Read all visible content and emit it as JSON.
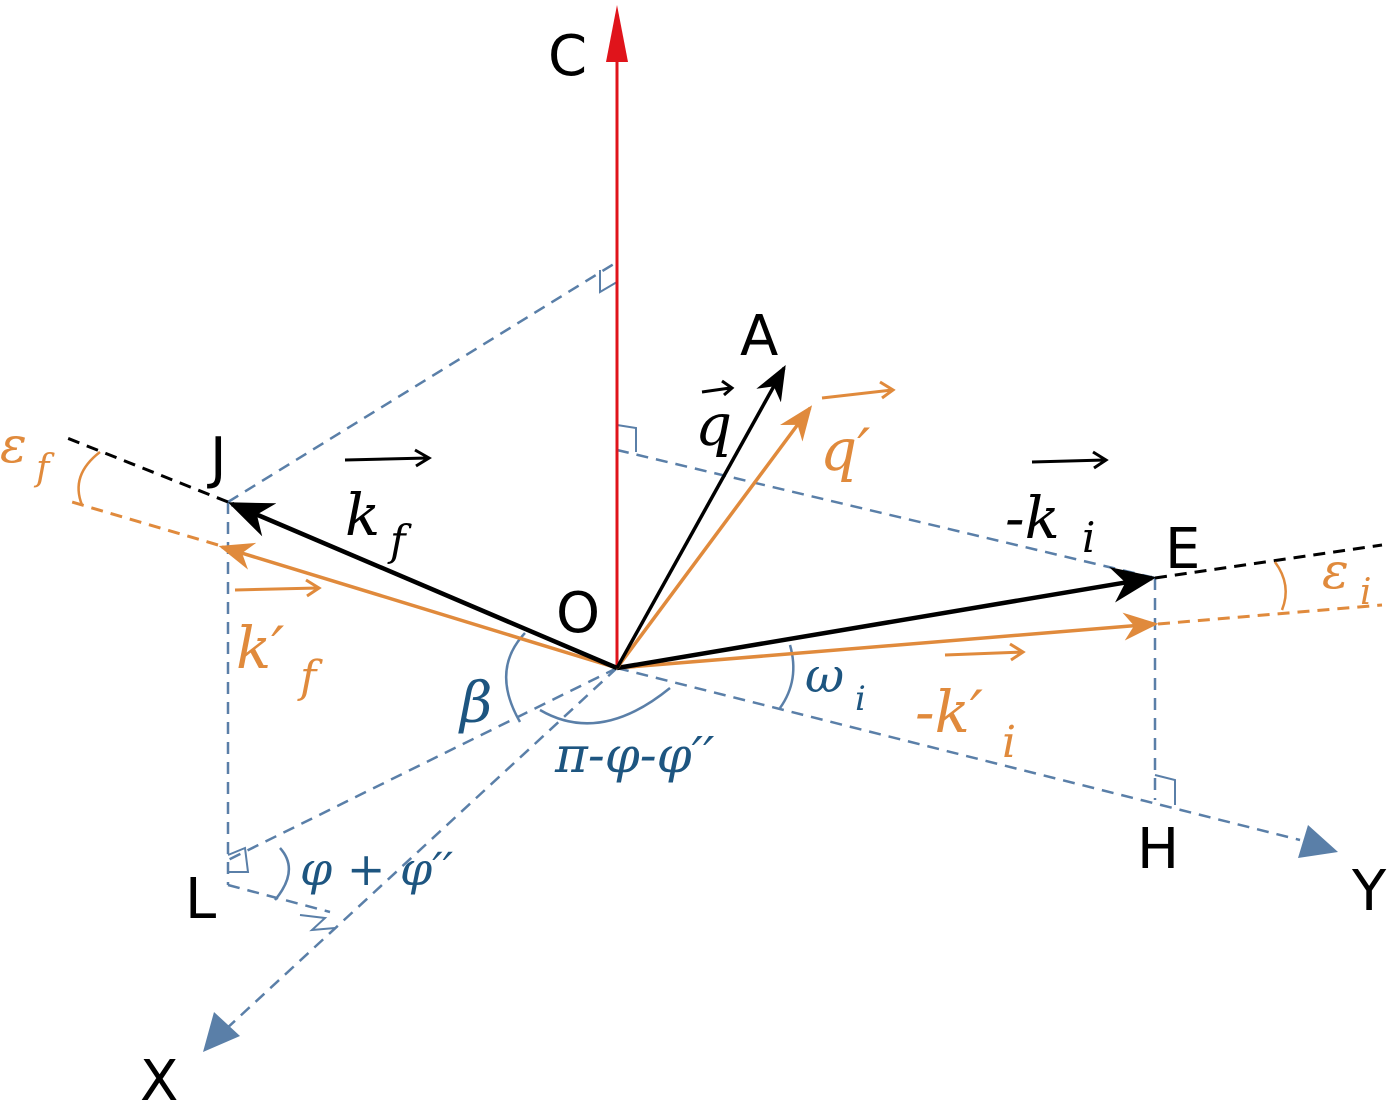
{
  "points": {
    "C": "C",
    "A": "A",
    "J": "J",
    "O": "O",
    "E": "E",
    "L": "L",
    "H": "H",
    "Y": "Y",
    "X": "X"
  },
  "vectors": {
    "q": "q",
    "q_prime": "q′",
    "k_f": "k",
    "k_f_sub": "f",
    "k_f_prime": "k′",
    "k_f_prime_sub": "f",
    "k_i": "-k",
    "k_i_sub": "i",
    "k_i_prime": "-k′",
    "k_i_prime_sub": "i"
  },
  "angles": {
    "eps_f": "ε",
    "eps_f_sub": "f",
    "eps_i": "ε",
    "eps_i_sub": "i",
    "beta": "β",
    "pi_phi": "π-φ-φ′′",
    "omega_i": "ω",
    "omega_i_sub": "i",
    "phi_sum": "φ + φ′′"
  },
  "colors": {
    "c_axis": "#e0141b",
    "black": "#000000",
    "orange": "#e08a3c",
    "blue_dashed": "#5a7fa8",
    "blue_label": "#1d5580"
  }
}
